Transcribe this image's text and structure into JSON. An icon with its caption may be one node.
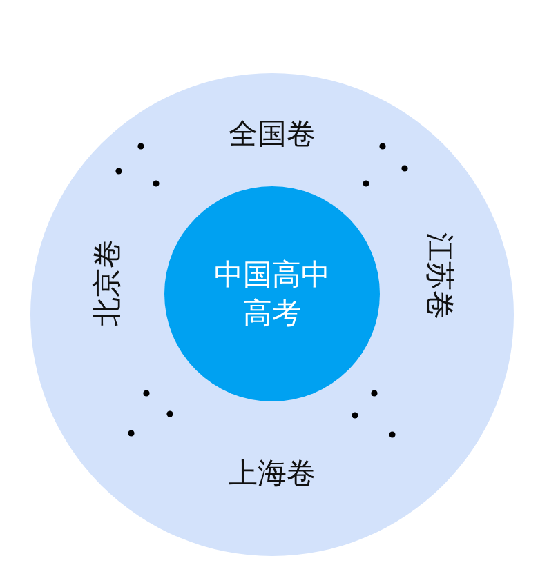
{
  "diagram": {
    "nodes": [
      {
        "text": [
          "全国卷",
          "江苏卷",
          "上海卷",
          "北京卷"
        ]
      },
      {
        "text": [
          "中国高中高考"
        ],
        "in": 0
      }
    ]
  }
}
